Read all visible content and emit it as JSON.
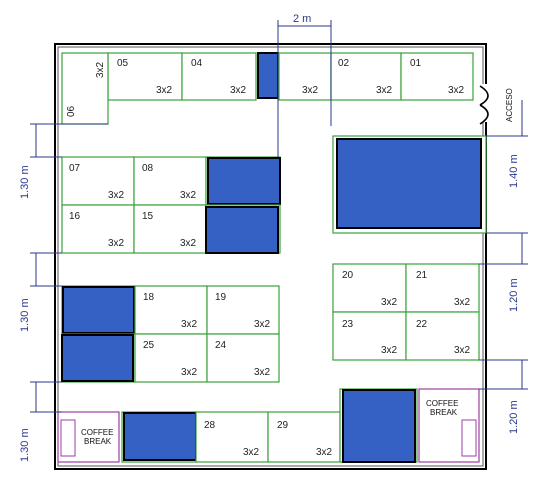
{
  "stands_top": [
    "05",
    "04",
    "02",
    "01"
  ],
  "stand_06": "06",
  "stands_left_1": [
    "07",
    "08"
  ],
  "stands_left_2": [
    "16",
    "15"
  ],
  "stands_mid": [
    "18",
    "19",
    "25",
    "24"
  ],
  "stands_right": [
    "20",
    "21",
    "23",
    "22"
  ],
  "stands_bottom": [
    "28",
    "29"
  ],
  "size_label": "3x2",
  "dimensions": {
    "top": "2 m",
    "left_1": "1.30 m",
    "left_2": "1.30 m",
    "left_3": "1.30 m",
    "right_1": "1.40 m",
    "right_2": "1.20 m",
    "right_3": "1.20 m"
  },
  "entrance_label": "ACCESO",
  "coffee_break": [
    "COFFEE",
    "BREAK"
  ],
  "colors": {
    "stand_border": "#3aa23a",
    "occupied": "#3561c4",
    "dimension": "#2a3a8c",
    "coffee_border": "#9b3fa0"
  }
}
